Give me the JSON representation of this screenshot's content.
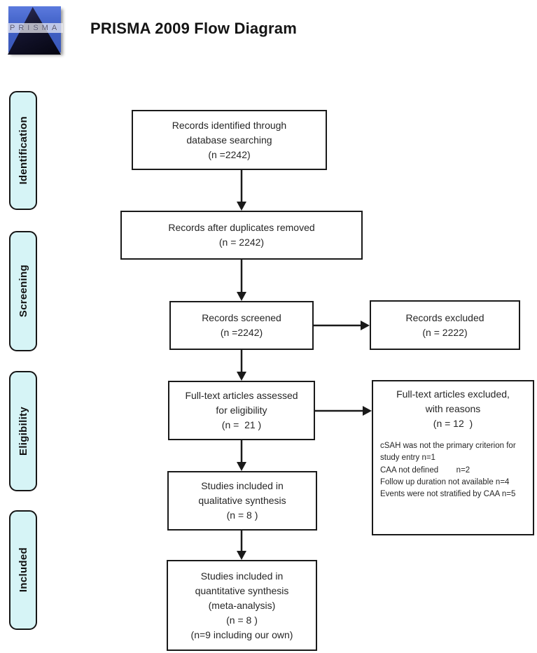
{
  "header": {
    "title": "PRISMA 2009 Flow Diagram",
    "logo_text": "PRISMA"
  },
  "colors": {
    "stage_fill": "#d6f4f6",
    "line_ink": "#1a1a1a",
    "logo_blue": "#4466cc",
    "logo_triangle": "#0a0a1e"
  },
  "stages": [
    {
      "label": "Identification"
    },
    {
      "label": "Screening"
    },
    {
      "label": "Eligibility"
    },
    {
      "label": "Included"
    }
  ],
  "flow": {
    "identified": "Records identified through\ndatabase searching\n(n =2242)",
    "duplicates_removed": "Records after duplicates removed\n(n = 2242)",
    "screened": "Records screened\n(n =2242)",
    "records_excluded": "Records excluded\n(n = 2222)",
    "fulltext_assessed": "Full-text articles assessed\nfor eligibility\n(n =  21 )",
    "fulltext_excluded_title": "Full-text articles excluded,\nwith reasons\n(n = 12  )",
    "fulltext_excluded_reasons": "cSAH was not the primary criterion for study entry n=1\nCAA not defined        n=2\nFollow up duration not available n=4\nEvents were not stratified by CAA n=5",
    "qualitative": "Studies included in\nqualitative synthesis\n(n = 8 )",
    "quantitative": "Studies included in\nquantitative synthesis\n(meta-analysis)\n(n = 8 )\n(n=9 including our own)"
  }
}
